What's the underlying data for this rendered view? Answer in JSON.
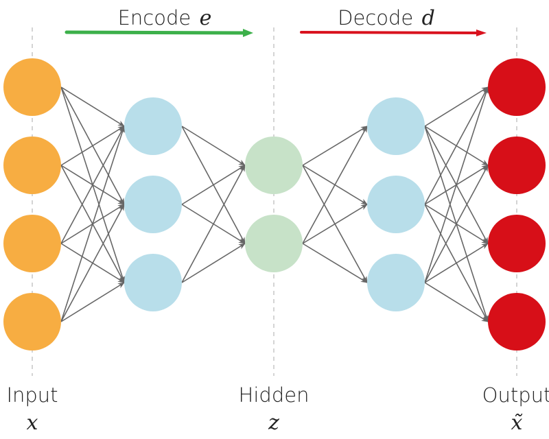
{
  "title_encode": {
    "label": "Encode",
    "var": "e",
    "color": "#3cb04a"
  },
  "title_decode": {
    "label": "Decode",
    "var": "d",
    "color": "#d9121e"
  },
  "layers": [
    {
      "name": "Input",
      "var": "x",
      "nodes": 4,
      "color": "#f7ad42",
      "labeled": true
    },
    {
      "nodes": 3,
      "color": "#b8deea",
      "labeled": false
    },
    {
      "name": "Hidden",
      "var": "z",
      "nodes": 2,
      "color": "#c7e2c8",
      "labeled": true
    },
    {
      "nodes": 3,
      "color": "#b8deea",
      "labeled": false
    },
    {
      "name": "Output",
      "var": "x̃",
      "nodes": 4,
      "color": "#d70f18",
      "labeled": true
    }
  ],
  "edge_color": "#666666"
}
